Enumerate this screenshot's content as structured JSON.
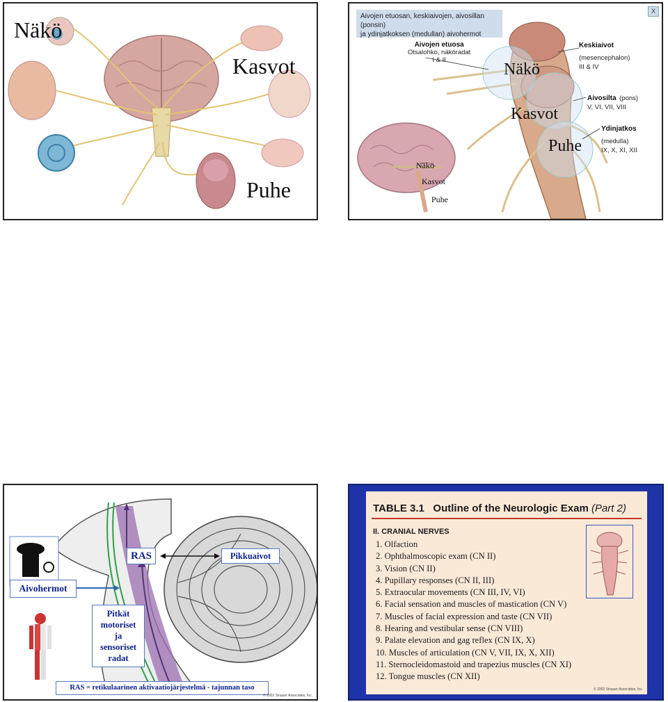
{
  "slide1": {
    "labels": {
      "vision": "Näkö",
      "face": "Kasvot",
      "speech": "Puhe"
    }
  },
  "slide2": {
    "close_label": "X",
    "header_lines": [
      "Aivojen etuosan, keskiaivojen, aivosillan (ponsin)",
      "ja ydinjatkoksen (medullan) aivohermot"
    ],
    "forebrain": {
      "title": "Aivojen etuosa",
      "desc": "Otsalohko, näköradat",
      "nerves": "I & II"
    },
    "midbrain": {
      "title": "Keskiaivot",
      "latin": "(mesencephalon)",
      "nerves": "III & IV"
    },
    "pons": {
      "title": "Aivosilta",
      "latin": "(pons)",
      "nerves": "V, VI, VII, VIII"
    },
    "medulla": {
      "title": "Ydinjatkos",
      "latin": "(medulla)",
      "nerves": "IX, X, XI, XII"
    },
    "overlay_large": {
      "vision": "Näkö",
      "face": "Kasvot",
      "speech": "Puhe"
    },
    "overlay_small": {
      "vision": "Näkö",
      "face": "Kasvot",
      "speech": "Puhe"
    }
  },
  "slide3": {
    "ras_label": "RAS",
    "cerebellum_label": "Pikkuaivot",
    "cranial_nerves_label": "Aivohermot",
    "pathways_label_lines": [
      "Pitkät",
      "motoriset",
      "ja",
      "sensoriset",
      "radat"
    ],
    "caption": "RAS = retikulaarinen aktivaatiojärjestelmä  - tajunnan taso",
    "credit": "© 2002 Sinauer Associates, Inc."
  },
  "slide4": {
    "table_title": "TABLE 3.1",
    "table_heading": "Outline of the Neurologic Exam",
    "table_part": "(Part 2)",
    "section": "II. CRANIAL NERVES",
    "items": [
      "1. Olfaction",
      "2. Ophthalmoscopic exam (CN II)",
      "3. Vision (CN II)",
      "4. Pupillary responses (CN II, III)",
      "5. Extraocular movements (CN III, IV, VI)",
      "6. Facial sensation and muscles of mastication (CN V)",
      "7. Muscles of facial expression and taste (CN VII)",
      "8. Hearing and vestibular sense (CN VIII)",
      "9. Palate elevation and gag reflex (CN IX, X)",
      "10. Muscles of articulation (CN V, VII, IX, X, XII)",
      "11. Sternocleidomastoid and trapezius muscles (CN XI)",
      "12. Tongue muscles (CN XII)"
    ],
    "credit": "© 2002 Sinauer Associates, Inc."
  },
  "colors": {
    "label_blue": "#0b1f8a",
    "slide4_background": "#1f33a8",
    "paper": "#fbe9d8",
    "brain_pink": "#d9a7a3",
    "nerve_yellow": "#e6c97a"
  }
}
